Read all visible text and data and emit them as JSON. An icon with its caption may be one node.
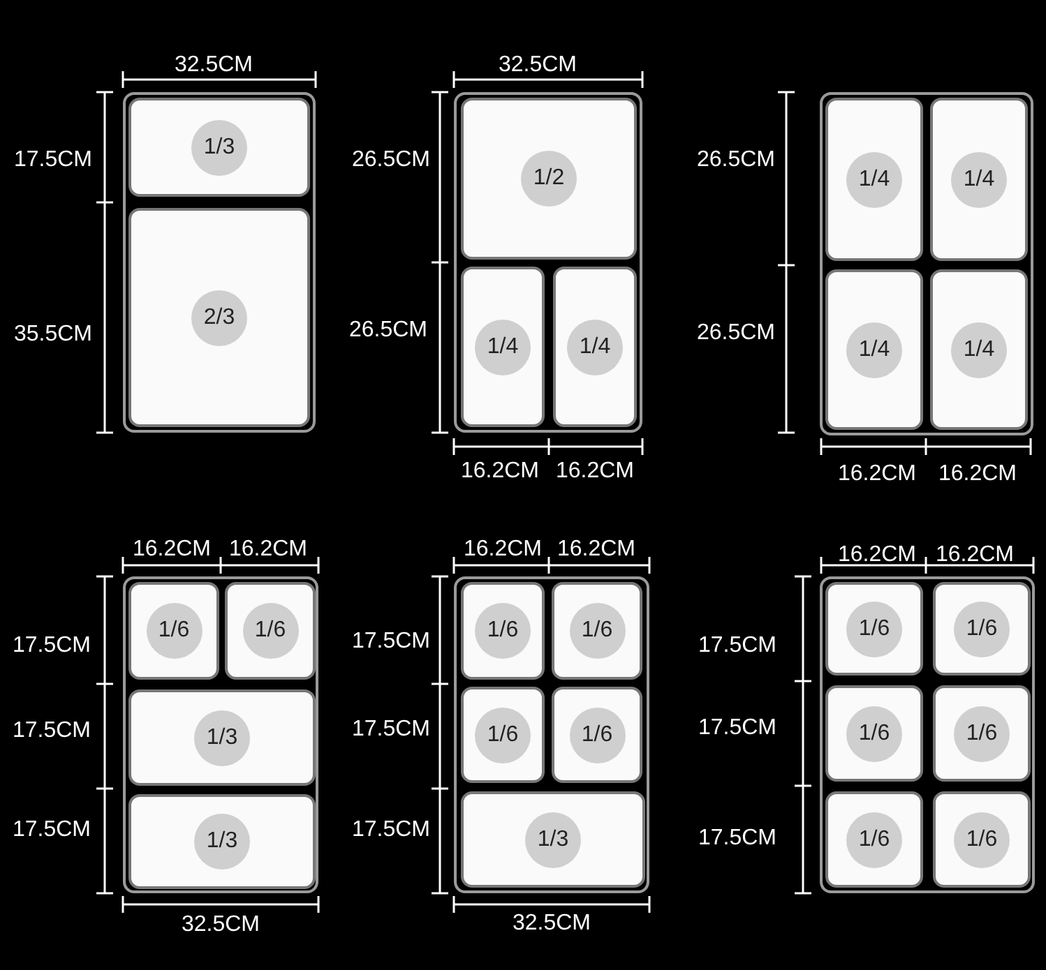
{
  "diagram": {
    "nodes": [
      {
        "text": [],
        "shape": "box"
      },
      {
        "text": [
          "1/3"
        ],
        "in": 0
      },
      {
        "text": [
          "2/3"
        ],
        "in": 0
      },
      {
        "text": [],
        "shape": "box"
      },
      {
        "text": [
          "1/2"
        ],
        "in": 3
      },
      {
        "text": [
          "1/4"
        ],
        "in": 3
      },
      {
        "text": [
          "1/4"
        ],
        "in": 3
      },
      {
        "text": [],
        "shape": "box"
      },
      {
        "text": [
          "1/4"
        ],
        "in": 7
      },
      {
        "text": [
          "1/4"
        ],
        "in": 7
      },
      {
        "text": [
          "1/4"
        ],
        "in": 7
      },
      {
        "text": [
          "1/4"
        ],
        "in": 7
      },
      {
        "text": [],
        "shape": "box"
      },
      {
        "text": [
          "1/6"
        ],
        "in": 12
      },
      {
        "text": [
          "1/6"
        ],
        "in": 12
      },
      {
        "text": [
          "1/3"
        ],
        "in": 12
      },
      {
        "text": [
          "1/3"
        ],
        "in": 12
      },
      {
        "text": [],
        "shape": "box"
      },
      {
        "text": [
          "1/6"
        ],
        "in": 17
      },
      {
        "text": [
          "1/6"
        ],
        "in": 17
      },
      {
        "text": [
          "1/6"
        ],
        "in": 17
      },
      {
        "text": [
          "1/6"
        ],
        "in": 17
      },
      {
        "text": [
          "1/3"
        ],
        "in": 17
      },
      {
        "text": [],
        "shape": "box"
      },
      {
        "text": [
          "1/6"
        ],
        "in": 23
      },
      {
        "text": [
          "1/6"
        ],
        "in": 23
      },
      {
        "text": [
          "1/6"
        ],
        "in": 23
      },
      {
        "text": [
          "1/6"
        ],
        "in": 23
      },
      {
        "text": [
          "1/6"
        ],
        "in": 23
      },
      {
        "text": [
          "1/6"
        ],
        "in": 23
      }
    ],
    "edges": [],
    "labels": [
      "32.5CM",
      "17.5CM",
      "35.5CM",
      "32.5CM",
      "26.5CM",
      "26.5CM",
      "16.2CM",
      "16.2CM",
      "26.5CM",
      "26.5CM",
      "16.2CM",
      "16.2CM",
      "16.2CM",
      "16.2CM",
      "17.5CM",
      "17.5CM",
      "17.5CM",
      "32.5CM",
      "16.2CM",
      "16.2CM",
      "17.5CM",
      "17.5CM",
      "17.5CM",
      "32.5CM",
      "16.2CM",
      "16.2CM",
      "17.5CM",
      "17.5CM",
      "17.5CM"
    ]
  }
}
